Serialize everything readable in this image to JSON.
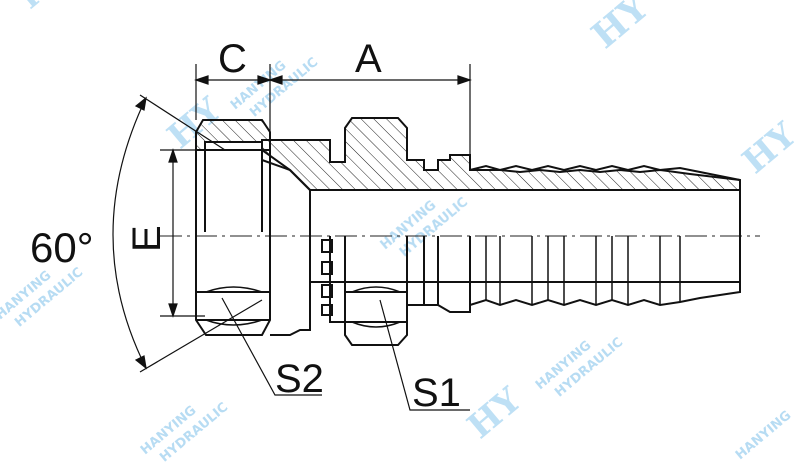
{
  "labels": {
    "C": "C",
    "A": "A",
    "E": "E",
    "angle": "60°",
    "S1": "S1",
    "S2": "S2"
  },
  "watermark": {
    "line1": "HANYING",
    "line2": "HYDRAULIC",
    "logo": "HY"
  },
  "colors": {
    "ink": "#111111",
    "watermark": "#9fd0ef"
  }
}
